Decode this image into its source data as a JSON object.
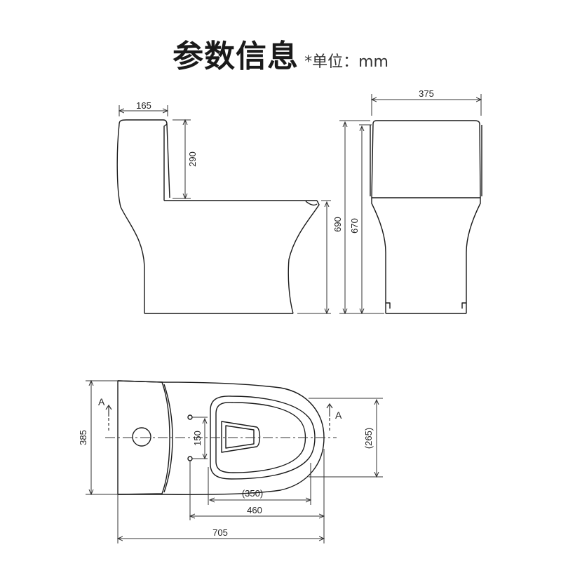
{
  "header": {
    "title": "参数信息",
    "unit_note": "*单位：mm"
  },
  "dimensions": {
    "tank_depth": "165",
    "tank_height": "290",
    "total_height": "690",
    "seat_height": "670",
    "tank_width": "375",
    "rough_in": "385",
    "bolt_spacing": "150",
    "bowl_width": "(265)",
    "bowl_length": "(350)",
    "bolt_to_front": "460",
    "total_length": "705"
  },
  "section_marks": {
    "left": "A",
    "right": "A"
  },
  "colors": {
    "line": "#1a1a1a",
    "dim_line": "#333333",
    "text": "#222222"
  }
}
